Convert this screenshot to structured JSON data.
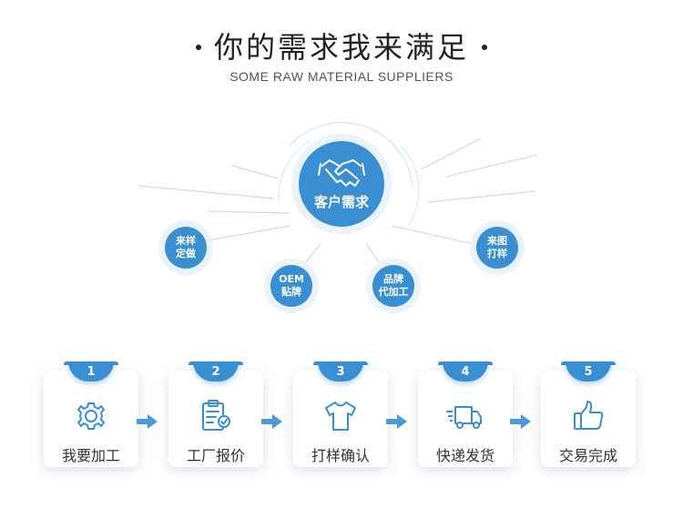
{
  "header": {
    "title": "你的需求我来满足",
    "subtitle": "SOME RAW MATERIAL SUPPLIERS"
  },
  "diagram": {
    "center": {
      "label": "客户需求",
      "icon": "handshake-icon"
    },
    "nodes": [
      {
        "line1": "来样",
        "line2": "定做"
      },
      {
        "line1": "OEM",
        "line2": "贴牌"
      },
      {
        "line1": "品牌",
        "line2": "代加工"
      },
      {
        "line1": "来图",
        "line2": "打样"
      }
    ]
  },
  "steps": [
    {
      "num": "1",
      "label": "我要加工",
      "icon": "gear-icon"
    },
    {
      "num": "2",
      "label": "工厂报价",
      "icon": "clipboard-check-icon"
    },
    {
      "num": "3",
      "label": "打样确认",
      "icon": "tshirt-icon"
    },
    {
      "num": "4",
      "label": "快递发货",
      "icon": "delivery-truck-icon"
    },
    {
      "num": "5",
      "label": "交易完成",
      "icon": "thumbs-up-icon"
    }
  ],
  "colors": {
    "accent": "#3a8fd3",
    "accent_light": "#e8f1fa"
  }
}
